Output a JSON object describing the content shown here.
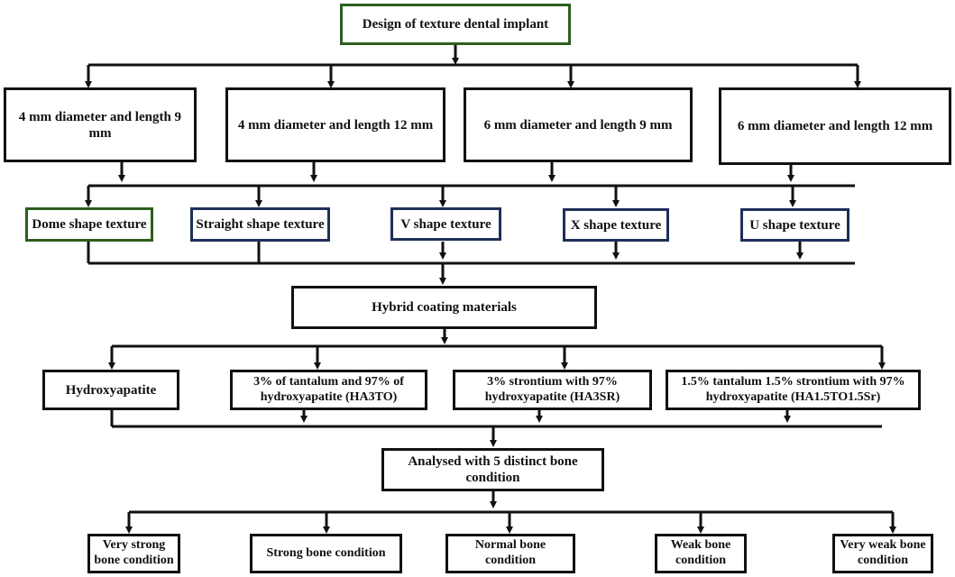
{
  "title": "Design of texture dental implant",
  "dimensions": [
    "4 mm diameter and length 9 mm",
    "4 mm diameter and length 12 mm",
    "6 mm diameter and length 9 mm",
    "6 mm diameter and length 12 mm"
  ],
  "textures": [
    "Dome shape texture",
    "Straight shape texture",
    "V shape texture",
    "X shape texture",
    "U shape texture"
  ],
  "coating_title": "Hybrid coating materials",
  "coatings": [
    "Hydroxyapatite",
    "3% of tantalum and 97% of hydroxyapatite (HA3TO)",
    "3% strontium with 97% hydroxyapatite (HA3SR)",
    "1.5% tantalum 1.5% strontium with 97% hydroxyapatite (HA1.5TO1.5Sr)"
  ],
  "analysis_title": "Analysed with 5 distinct bone condition",
  "bone_conditions": [
    "Very strong bone condition",
    "Strong bone condition",
    "Normal bone condition",
    "Weak bone condition",
    "Very weak bone condition"
  ],
  "colors": {
    "line": "#111111",
    "green_border": "#2e5e1e",
    "blue_border": "#1f2f5a"
  }
}
